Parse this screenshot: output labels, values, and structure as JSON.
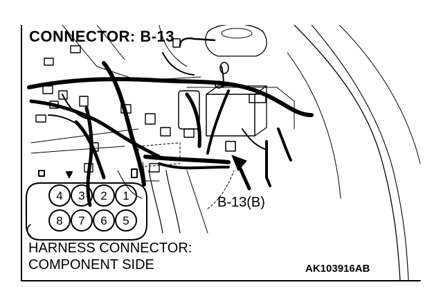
{
  "diagram": {
    "title": "CONNECTOR: B-13",
    "callout_label": "B-13(B)",
    "connector_caption_line1": "HARNESS CONNECTOR:",
    "connector_caption_line2": "COMPONENT SIDE",
    "figure_id": "AK103916AB",
    "pins_top": [
      "4",
      "3",
      "2",
      "1"
    ],
    "pins_bottom": [
      "8",
      "7",
      "6",
      "5"
    ],
    "colors": {
      "line": "#000000",
      "background": "#ffffff"
    }
  }
}
